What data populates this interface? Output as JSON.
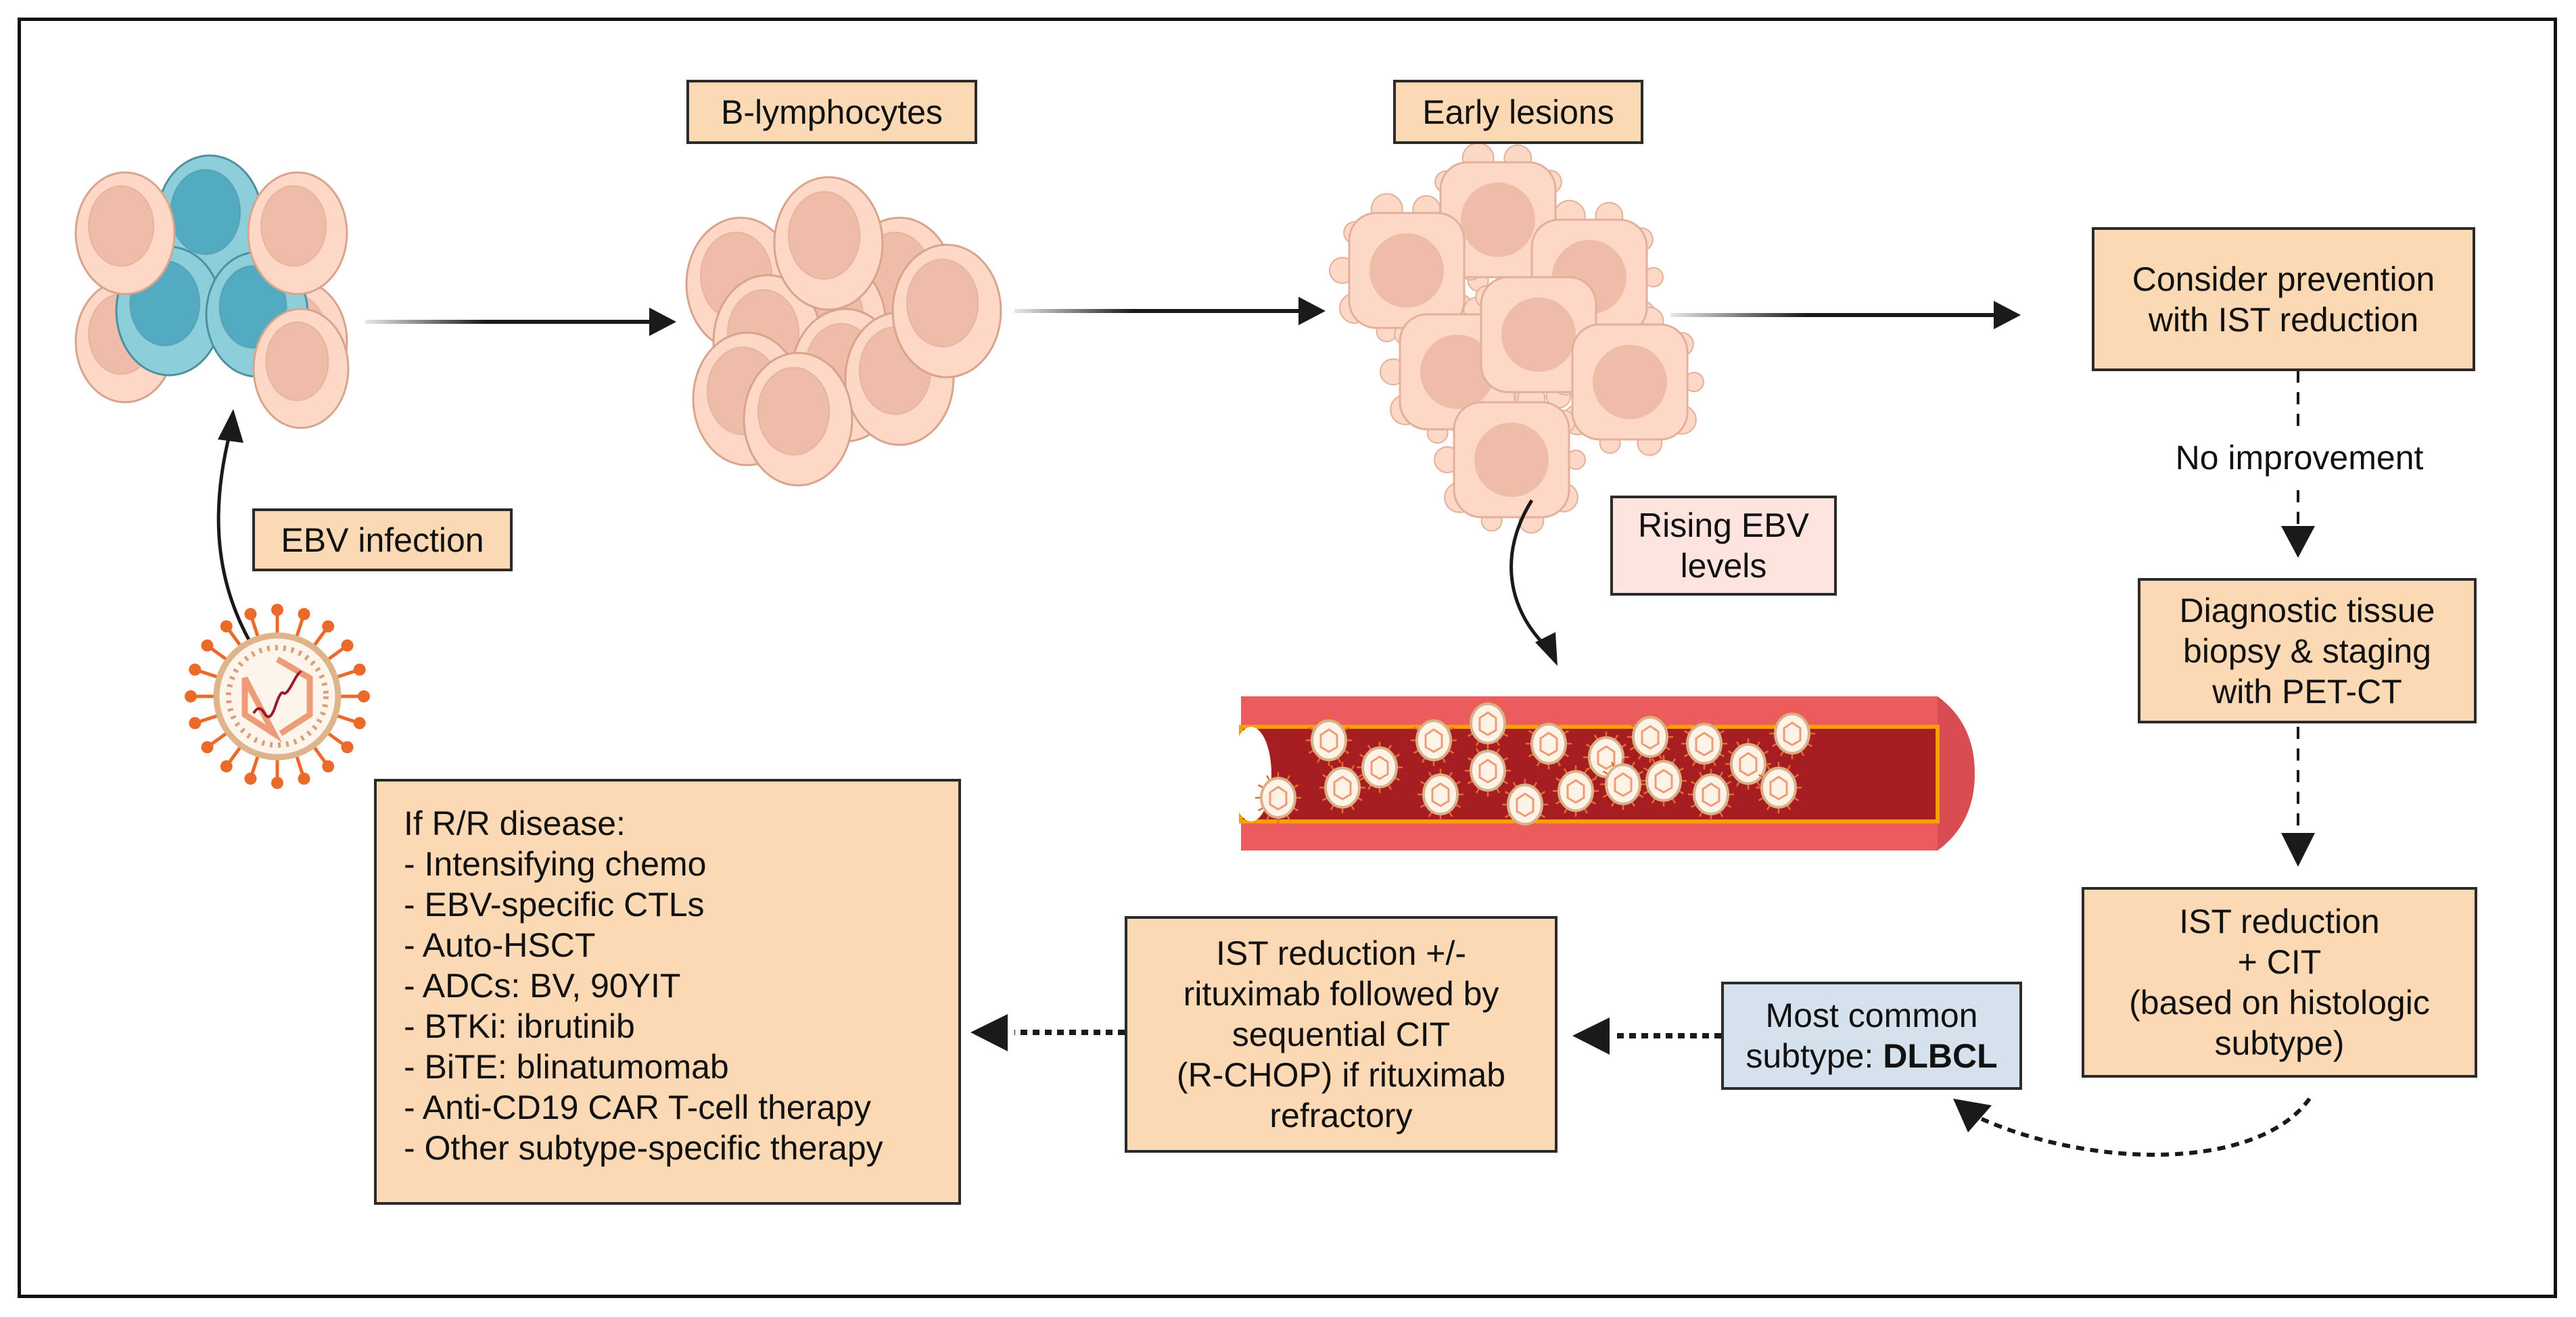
{
  "labels": {
    "b_lymphocytes": "B-lymphocytes",
    "early_lesions": "Early lesions",
    "ebv_infection": "EBV infection",
    "rising_ebv_line1": "Rising EBV",
    "rising_ebv_line2": "levels",
    "consider_line1": "Consider prevention",
    "consider_line2": "with IST reduction",
    "no_improvement": "No improvement",
    "diagnostic_line1": "Diagnostic tissue",
    "diagnostic_line2": "biopsy & staging",
    "diagnostic_line3": "with PET-CT",
    "ist_cit_line1": "IST reduction",
    "ist_cit_line2": "+ CIT",
    "ist_cit_line3": "(based on histologic",
    "ist_cit_line4": "subtype)",
    "subtype_line1": "Most common",
    "subtype_line2_prefix": "subtype: ",
    "subtype_line2_bold": "DLBCL",
    "ist_ritux_line1": "IST reduction +/-",
    "ist_ritux_line2": "rituximab followed by",
    "ist_ritux_line3": "sequential CIT",
    "ist_ritux_line4": "(R-CHOP) if rituximab",
    "ist_ritux_line5": "refractory"
  },
  "rr_disease": {
    "title": "If R/R disease:",
    "items": [
      "- Intensifying chemo",
      "- EBV-specific CTLs",
      "- Auto-HSCT",
      "- ADCs: BV, 90YIT",
      "- BTKi: ibrutinib",
      "- BiTE: blinatumomab",
      "- Anti-CD19 CAR T-cell therapy",
      "- Other subtype-specific therapy"
    ]
  },
  "colors": {
    "box_fill": "#fcd9b5",
    "box_pink": "#fde4df",
    "box_blue": "#d6e1ee",
    "cell_fill": "#fdd8c6",
    "cell_nucleus": "#efbca9",
    "infected_fill": "#8ccfda",
    "infected_nucleus": "#52abc0",
    "vessel_wall": "#ec5b5e",
    "vessel_lumen": "#a61e22",
    "vessel_lining": "#f7a000",
    "virus_spike": "#ea6a2a"
  }
}
